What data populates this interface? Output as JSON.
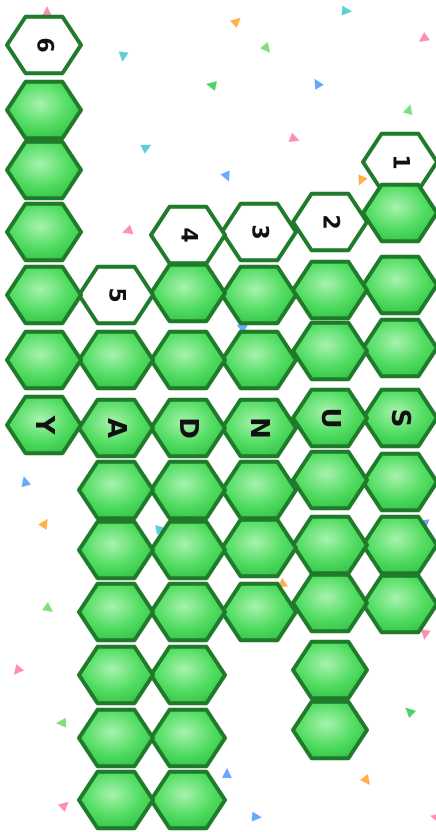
{
  "puzzle": {
    "colors": {
      "hex_fill_light": "#a8f2ae",
      "hex_fill_mid": "#52dd62",
      "hex_fill_dark": "#2fbf43",
      "hex_border": "#1f7a2a",
      "clue_fill": "#ffffff",
      "clue_border": "#1f7a2a",
      "text": "#111111"
    },
    "clue_numbers": [
      "1",
      "2",
      "3",
      "4",
      "5",
      "6"
    ],
    "letters": [
      "S",
      "U",
      "N",
      "D",
      "A",
      "Y"
    ]
  },
  "confetti_colors": [
    "#ff8fb1",
    "#ffb04a",
    "#7ee081",
    "#6aa8ff",
    "#5bd1d7",
    "#4ed26b"
  ]
}
